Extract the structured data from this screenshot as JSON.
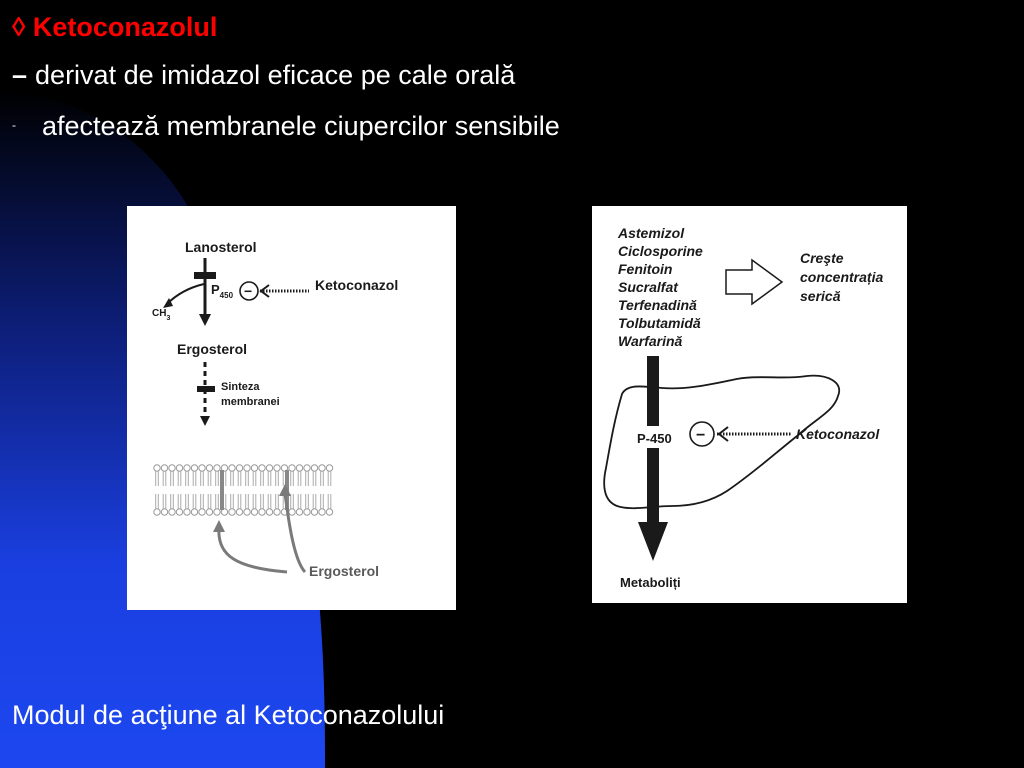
{
  "slide": {
    "title_symbol": "◊",
    "title": "Ketoconazolul",
    "line2_dash": "–",
    "line2": "derivat de imidazol eficace pe cale orală",
    "line3_bullet": "-",
    "line3": "afectează membranele ciupercilor sensibile",
    "caption": "Modul de acţiune al Ketoconazolului",
    "colors": {
      "background": "#000000",
      "accent_blue": "#1a3fe0",
      "title_red": "#ff0000"
    }
  },
  "figure_left": {
    "lanosterol": "Lanosterol",
    "p450": "P",
    "p450_sub": "450",
    "minus": "−",
    "ketoconazol": "Ketoconazol",
    "ch3": "CH",
    "ch3_sub": "3",
    "ergosterol_top": "Ergosterol",
    "sinteza_1": "Sinteza",
    "sinteza_2": "membranei",
    "ergosterol_bottom": "Ergosterol"
  },
  "figure_right": {
    "drugs": [
      "Astemizol",
      "Ciclosporine",
      "Fenitoin",
      "Sucralfat",
      "Terfenadină",
      "Tolbutamidă",
      "Warfarină"
    ],
    "creste_1": "Creşte",
    "creste_2": "concentrația",
    "creste_3": "serică",
    "p450": "P-450",
    "minus": "−",
    "ketoconazol": "Ketoconazol",
    "metaboliti": "Metaboliți"
  }
}
